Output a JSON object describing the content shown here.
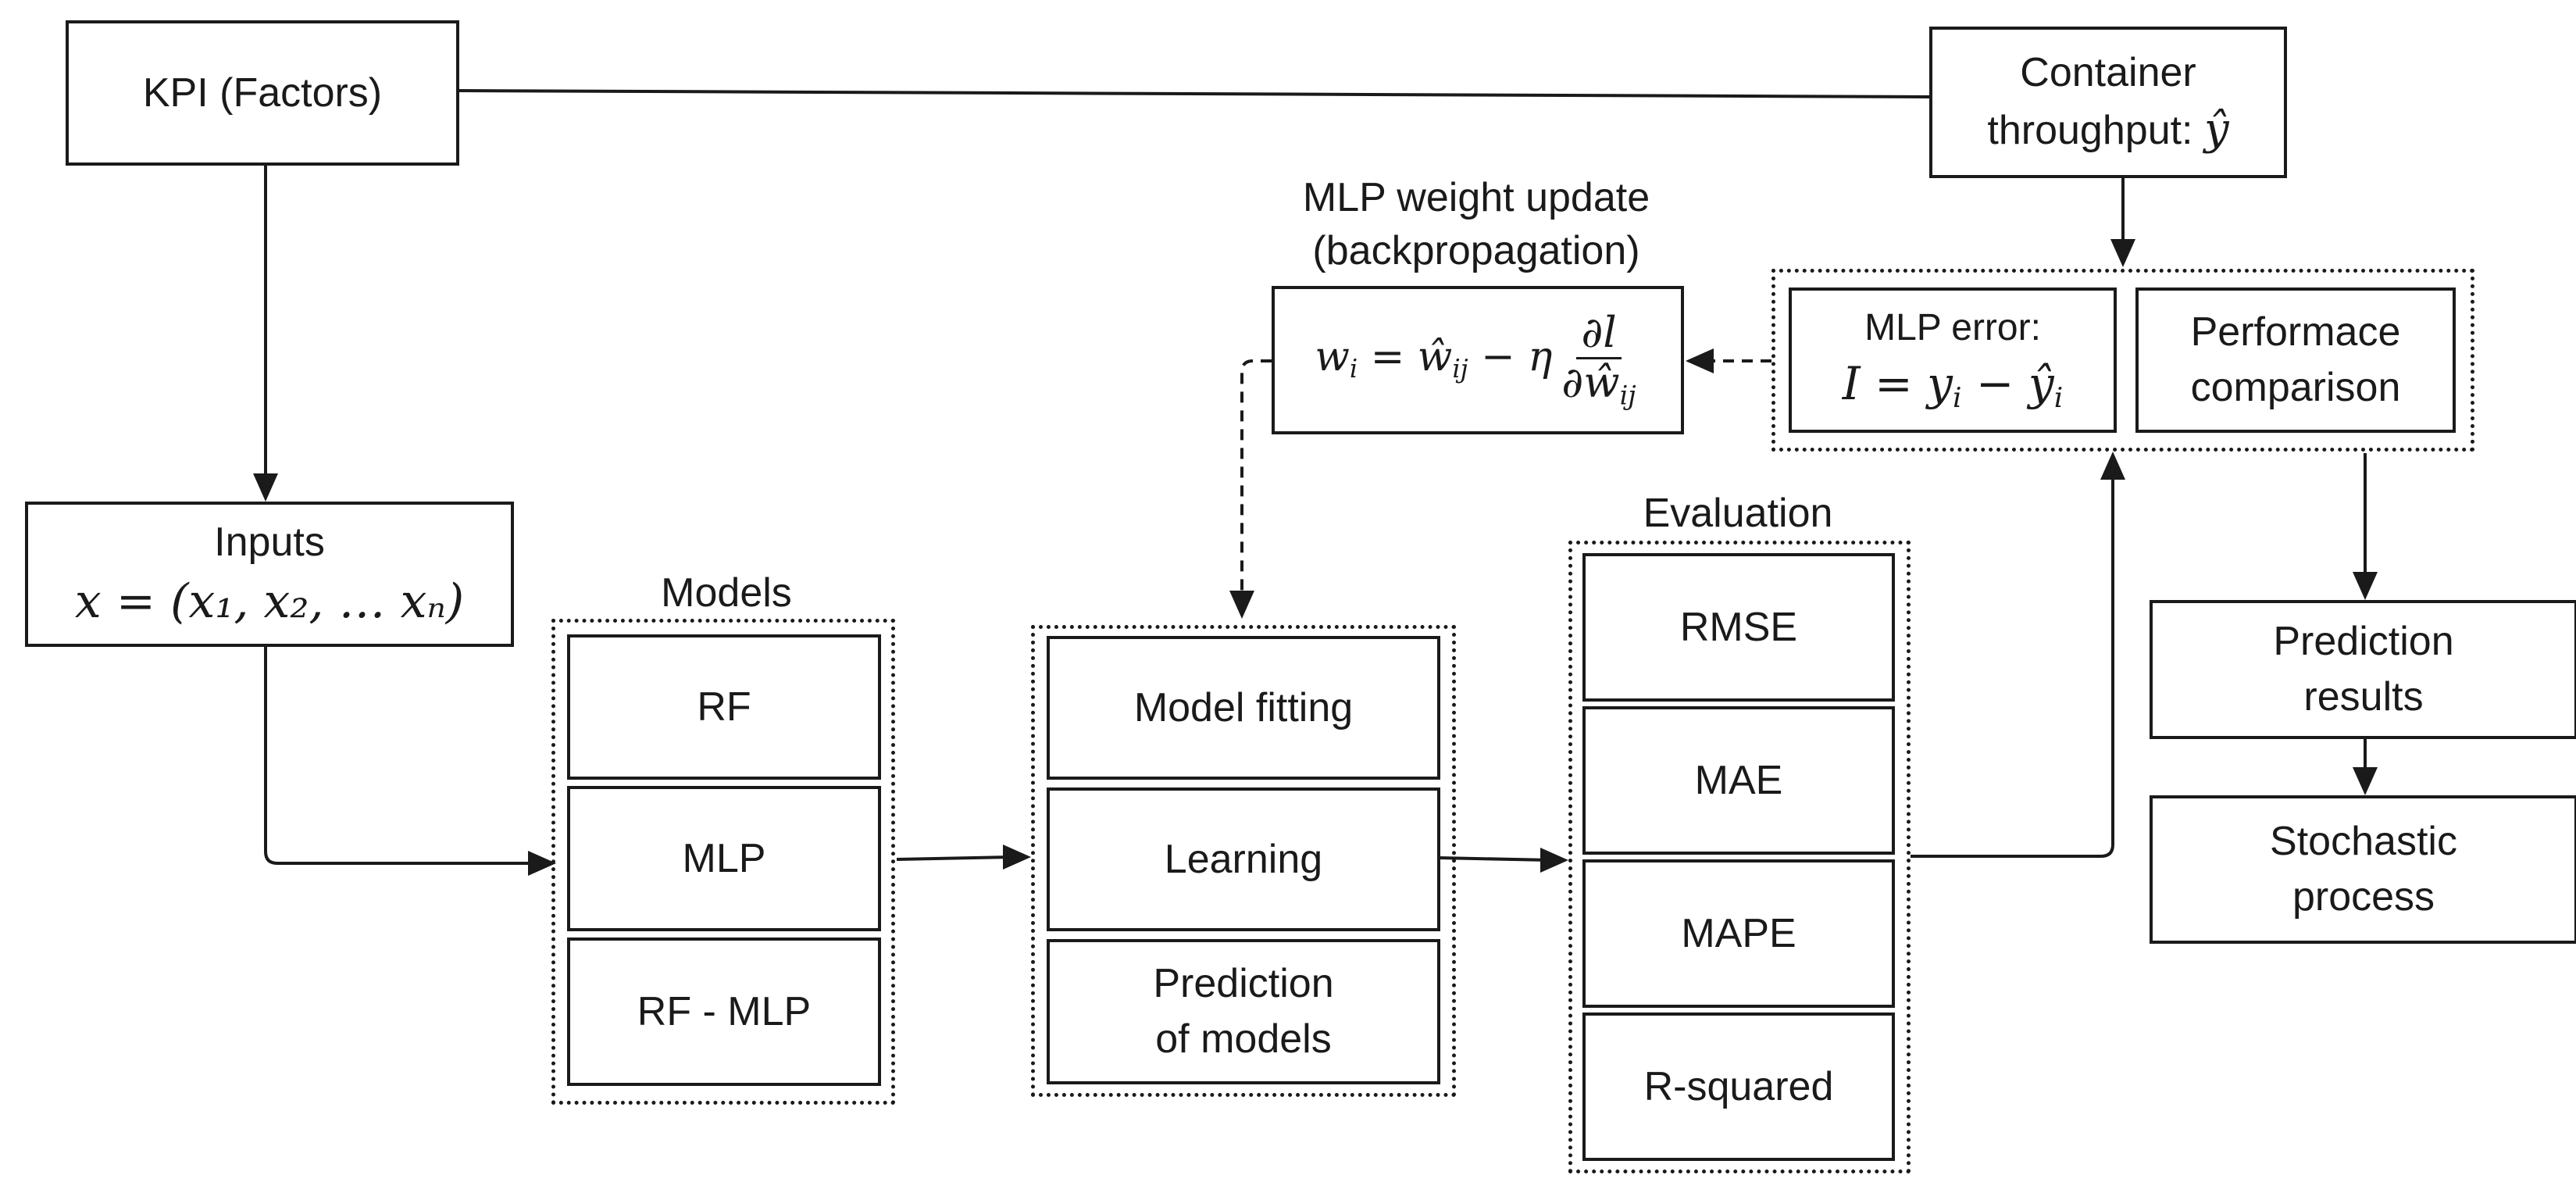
{
  "kpi": {
    "label": "KPI (Factors)"
  },
  "container": {
    "line1": "Container",
    "line2": "throughput: ",
    "symbol": "ŷ"
  },
  "inputs": {
    "title": "Inputs",
    "formula": "x = (x₁, x₂, … xₙ)"
  },
  "models": {
    "title": "Models",
    "items": [
      "RF",
      "MLP",
      "RF - MLP"
    ]
  },
  "training": {
    "items": [
      "Model fitting",
      "Learning",
      "Prediction\nof models"
    ]
  },
  "evaluation": {
    "title": "Evaluation",
    "items": [
      "RMSE",
      "MAE",
      "MAPE",
      "R-squared"
    ]
  },
  "weight_update": {
    "title_line1": "MLP weight update",
    "title_line2": "(backpropagation)"
  },
  "mlp_error": {
    "label": "MLP error:"
  },
  "performance": {
    "line1": "Performace",
    "line2": "comparison"
  },
  "prediction_results": {
    "line1": "Prediction",
    "line2": "results"
  },
  "stochastic": {
    "line1": "Stochastic",
    "line2": "process"
  }
}
